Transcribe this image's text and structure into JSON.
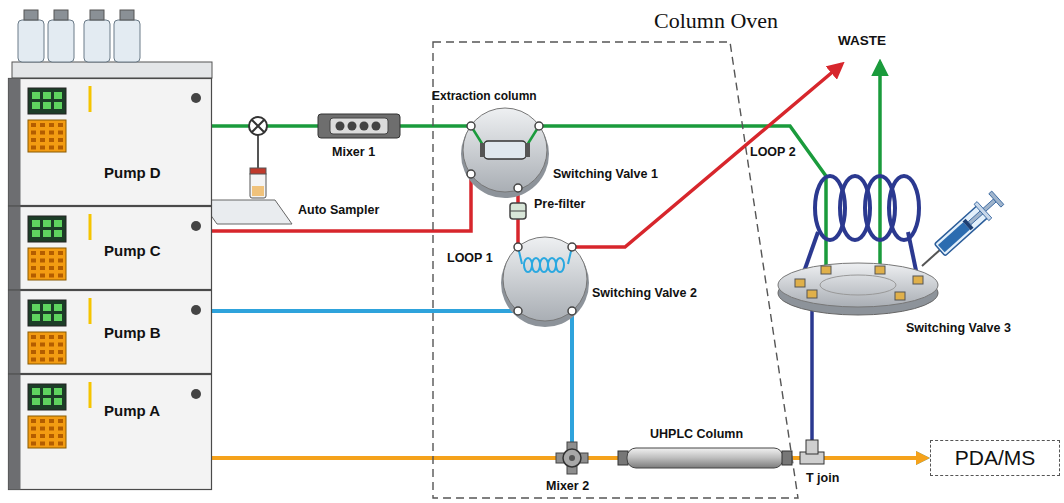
{
  "diagram": {
    "nodes": [
      {
        "text": [
          "Pump D"
        ]
      },
      {
        "text": [
          "Pump C"
        ]
      },
      {
        "text": [
          "Pump B"
        ]
      },
      {
        "text": [
          "Pump A"
        ]
      },
      {
        "text": [
          "Column Oven"
        ]
      },
      {
        "text": [
          "PDA/MS"
        ]
      }
    ],
    "edges": [
      {
        "from": 2,
        "to": 5,
        "arrow": "to"
      },
      {
        "from": 3,
        "to": 5,
        "arrow": "to"
      }
    ],
    "labels": [
      "WASTE",
      "Extraction column",
      "Mixer 1",
      "Auto Sampler",
      "Switching Valve 1",
      "Pre-filter",
      "LOOP 1",
      "Switching Valve 2",
      "LOOP 2",
      "Switching Valve 3",
      "Mixer 2",
      "UHPLC Column",
      "T join"
    ]
  }
}
